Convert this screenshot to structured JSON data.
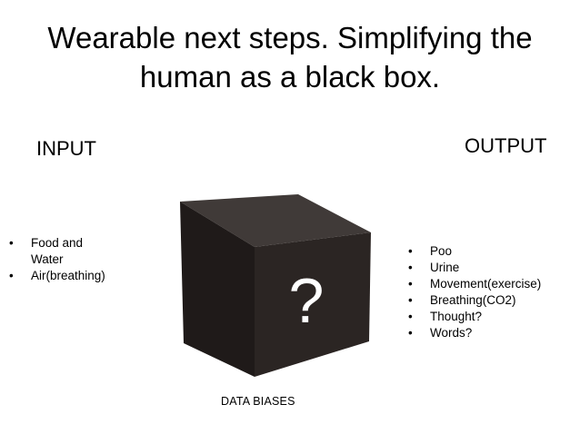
{
  "slide": {
    "title_lines": [
      "Wearable next steps. Simplifying the",
      "human as a black box."
    ],
    "input": {
      "heading": "INPUT",
      "items": [
        "Food and\nWater",
        "Air(breathing)"
      ]
    },
    "output": {
      "heading": "OUTPUT",
      "items": [
        "Poo",
        "Urine",
        "Movement(exercise)",
        "Breathing(CO2)",
        "Thought?",
        "Words?"
      ]
    },
    "cube": {
      "icon": "black-box-cube-icon",
      "mark": "?"
    },
    "caption": "DATA BIASES",
    "bullet_glyph": "•",
    "colors": {
      "cube_front": "#2b2523",
      "cube_top": "#403a38",
      "cube_side": "#1f1a19",
      "question_mark": "#ffffff"
    }
  }
}
